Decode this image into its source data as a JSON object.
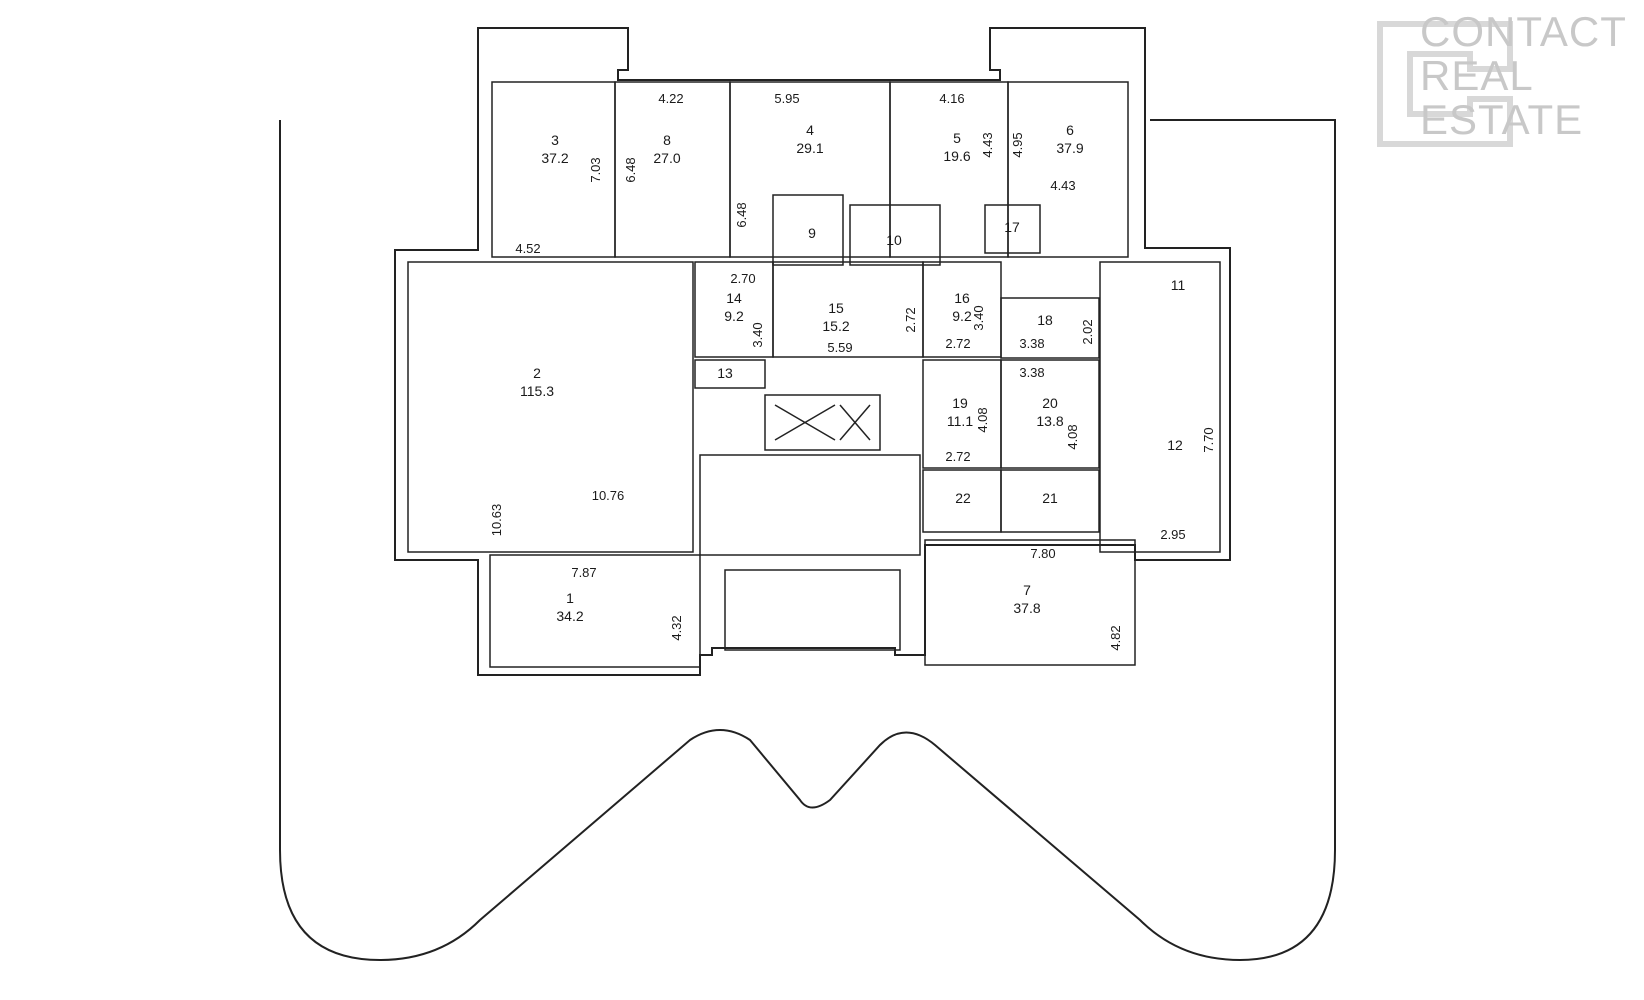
{
  "watermark": {
    "lines": [
      "CONTACT",
      "REAL",
      "ESTATE"
    ],
    "color": "#c8c8c8"
  },
  "rooms": [
    {
      "num": "1",
      "area": "34.2"
    },
    {
      "num": "2",
      "area": "115.3"
    },
    {
      "num": "3",
      "area": "37.2"
    },
    {
      "num": "4",
      "area": "29.1"
    },
    {
      "num": "5",
      "area": "19.6"
    },
    {
      "num": "6",
      "area": "37.9"
    },
    {
      "num": "7",
      "area": "37.8"
    },
    {
      "num": "8",
      "area": "27.0"
    },
    {
      "num": "9",
      "area": ""
    },
    {
      "num": "10",
      "area": ""
    },
    {
      "num": "11",
      "area": ""
    },
    {
      "num": "12",
      "area": ""
    },
    {
      "num": "13",
      "area": ""
    },
    {
      "num": "14",
      "area": "9.2"
    },
    {
      "num": "15",
      "area": "15.2"
    },
    {
      "num": "16",
      "area": "9.2"
    },
    {
      "num": "17",
      "area": ""
    },
    {
      "num": "18",
      "area": ""
    },
    {
      "num": "19",
      "area": "11.1"
    },
    {
      "num": "20",
      "area": "13.8"
    },
    {
      "num": "21",
      "area": ""
    },
    {
      "num": "22",
      "area": ""
    }
  ],
  "dimensions": [
    "4.22",
    "5.95",
    "4.16",
    "7.03",
    "6.48",
    "4.43",
    "4.95",
    "4.43",
    "6.48",
    "4.52",
    "2.70",
    "3.40",
    "5.59",
    "2.72",
    "3.40",
    "2.72",
    "3.38",
    "2.02",
    "3.38",
    "4.08",
    "2.72",
    "4.08",
    "7.70",
    "10.76",
    "10.63",
    "7.87",
    "4.32",
    "7.80",
    "4.82",
    "2.95"
  ]
}
